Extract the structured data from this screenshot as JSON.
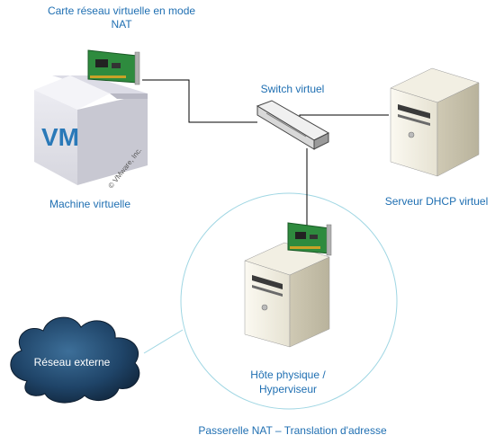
{
  "labels": {
    "nic_vm": "Carte réseau virtuelle en mode NAT",
    "switch": "Switch virtuel",
    "vm": "Machine virtuelle",
    "dhcp": "Serveur DHCP virtuel",
    "internet": "Réseau externe",
    "host_line1": "Hôte physique /",
    "host_line2": "Hyperviseur",
    "nat": "Passerelle NAT – Translation d'adresse"
  },
  "vm_box": {
    "logo": "VM",
    "copyright": "© VMware, Inc."
  },
  "colors": {
    "label": "#1f6fb2",
    "line": "#000000",
    "nat_circle": "#9fd6e3",
    "cloud": "#1b3550",
    "vm_logo": "#2a79b8"
  },
  "icons": {
    "switch": "network-switch-icon",
    "server": "server-tower-icon",
    "nic": "network-card-icon",
    "cloud": "cloud-icon",
    "vm": "virtual-machine-box-icon"
  }
}
